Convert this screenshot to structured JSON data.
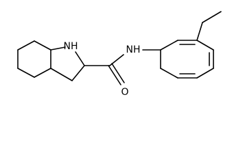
{
  "molecule": {
    "atoms": {
      "ring_nh": "NH",
      "amide_nh": "NH",
      "carbonyl_o": "O"
    }
  },
  "colors": {
    "bond": "#000000",
    "background": "#ffffff"
  }
}
